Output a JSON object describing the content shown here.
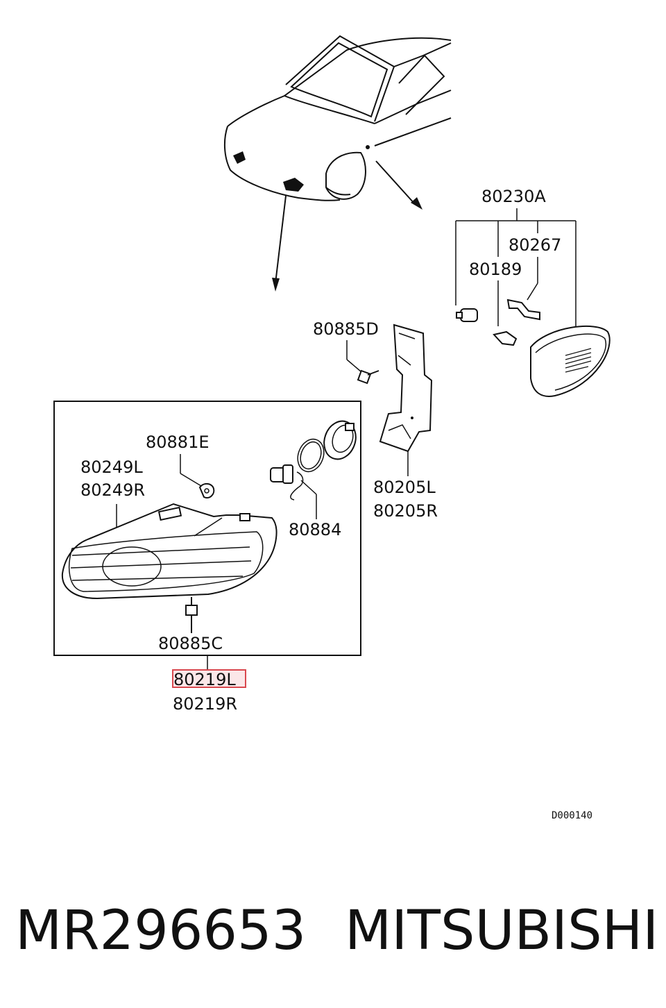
{
  "diagram": {
    "callouts": {
      "turn_signal_assy": "80230A",
      "bracket_80267": "80267",
      "bulb_80189": "80189",
      "bolt_80885D": "80885D",
      "bracket_l": "80205L",
      "bracket_r": "80205R",
      "nut_80881E": "80881E",
      "lens_l": "80249L",
      "lens_r": "80249R",
      "socket_80884": "80884",
      "bolt_80885C": "80885C",
      "lamp_l": "80219L",
      "lamp_r": "80219R"
    },
    "drawing_code": "D000140",
    "highlight_color": "#d9484e"
  },
  "caption": {
    "part_number": "MR296653",
    "brand": "MITSUBISHI"
  }
}
